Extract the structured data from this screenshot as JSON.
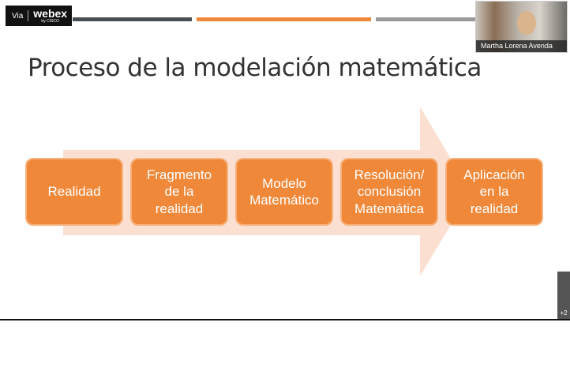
{
  "header": {
    "logo_prefix": "Via",
    "logo_brand": "webex",
    "logo_by": "by CISCO"
  },
  "video": {
    "participant_name": "Martha Lorena Avenda"
  },
  "slide": {
    "title": "Proceso de la modelación matemática",
    "steps": [
      "Realidad",
      "Fragmento\nde la\nrealidad",
      "Modelo\nMatemático",
      "Resolución/\nconclusión\nMatemática",
      "Aplicación\nen la\nrealidad"
    ]
  },
  "participants_more": "+2",
  "colors": {
    "orange": "#f0883a",
    "arrow": "#fbe0d2",
    "bar_dark": "#4a4f55",
    "bar_gray": "#9a9a9a"
  }
}
